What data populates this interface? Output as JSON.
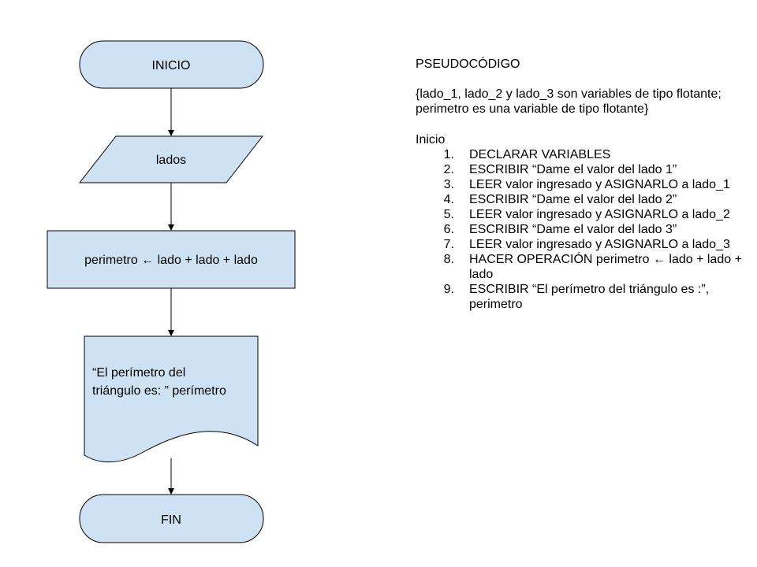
{
  "flowchart": {
    "nodes": {
      "inicio": "INICIO",
      "input": "lados",
      "process": "perimetro ← lado + lado + lado",
      "output_line1": "“El perímetro del",
      "output_line2": "triángulo es: ” perímetro",
      "fin": "FIN"
    },
    "colors": {
      "fill": "#cfe2f3",
      "stroke": "#000000"
    }
  },
  "pseudocode": {
    "title": "PSEUDOCÓDIGO",
    "description": "{lado_1, lado_2 y lado_3 son variables de tipo flotante; perimetro es una variable de tipo flotante}",
    "start": "Inicio",
    "steps": [
      {
        "number": "1.",
        "text": "DECLARAR VARIABLES"
      },
      {
        "number": "2.",
        "text": "ESCRIBIR “Dame el valor del lado 1”"
      },
      {
        "number": "3.",
        "text": "LEER valor ingresado y ASIGNARLO a lado_1"
      },
      {
        "number": "4.",
        "text": "ESCRIBIR “Dame el valor del lado 2”"
      },
      {
        "number": "5.",
        "text": "LEER valor ingresado y ASIGNARLO a lado_2"
      },
      {
        "number": "6.",
        "text": "ESCRIBIR “Dame el valor del lado 3”"
      },
      {
        "number": "7.",
        "text": "LEER valor ingresado y ASIGNARLO a lado_3"
      },
      {
        "number": "8.",
        "text": "HACER OPERACIÓN perimetro ← lado + lado + lado"
      },
      {
        "number": "9.",
        "text": "ESCRIBIR “El perímetro del triángulo es :”, perimetro"
      }
    ]
  }
}
